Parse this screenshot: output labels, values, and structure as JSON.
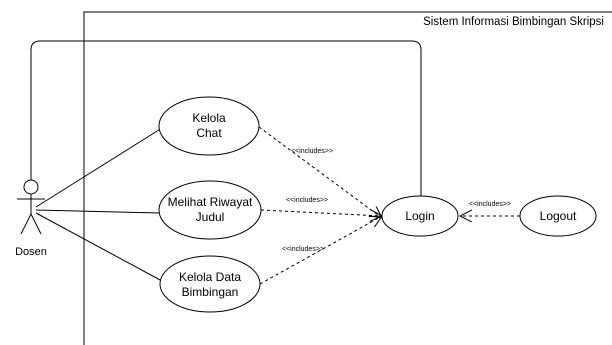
{
  "system": {
    "title": "Sistem Informasi Bimbingan Skripsi"
  },
  "actor": {
    "name": "Dosen"
  },
  "use_cases": {
    "kelola_chat": {
      "line1": "Kelola",
      "line2": "Chat"
    },
    "riwayat_judul": {
      "line1": "Melihat Riwayat",
      "line2": "Judul"
    },
    "kelola_bimbingan": {
      "line1": "Kelola Data",
      "line2": "Bimbingan"
    },
    "login": {
      "label": "Login"
    },
    "logout": {
      "label": "Logout"
    }
  },
  "relations": {
    "include_chat": "<<includes>>",
    "include_riwayat": "<<includes>>",
    "include_bimbingan": "<<includes>>",
    "include_logout": "<<includes>>"
  },
  "colors": {
    "stroke": "#000000",
    "background": "#ffffff",
    "relation_label": "#333333"
  }
}
